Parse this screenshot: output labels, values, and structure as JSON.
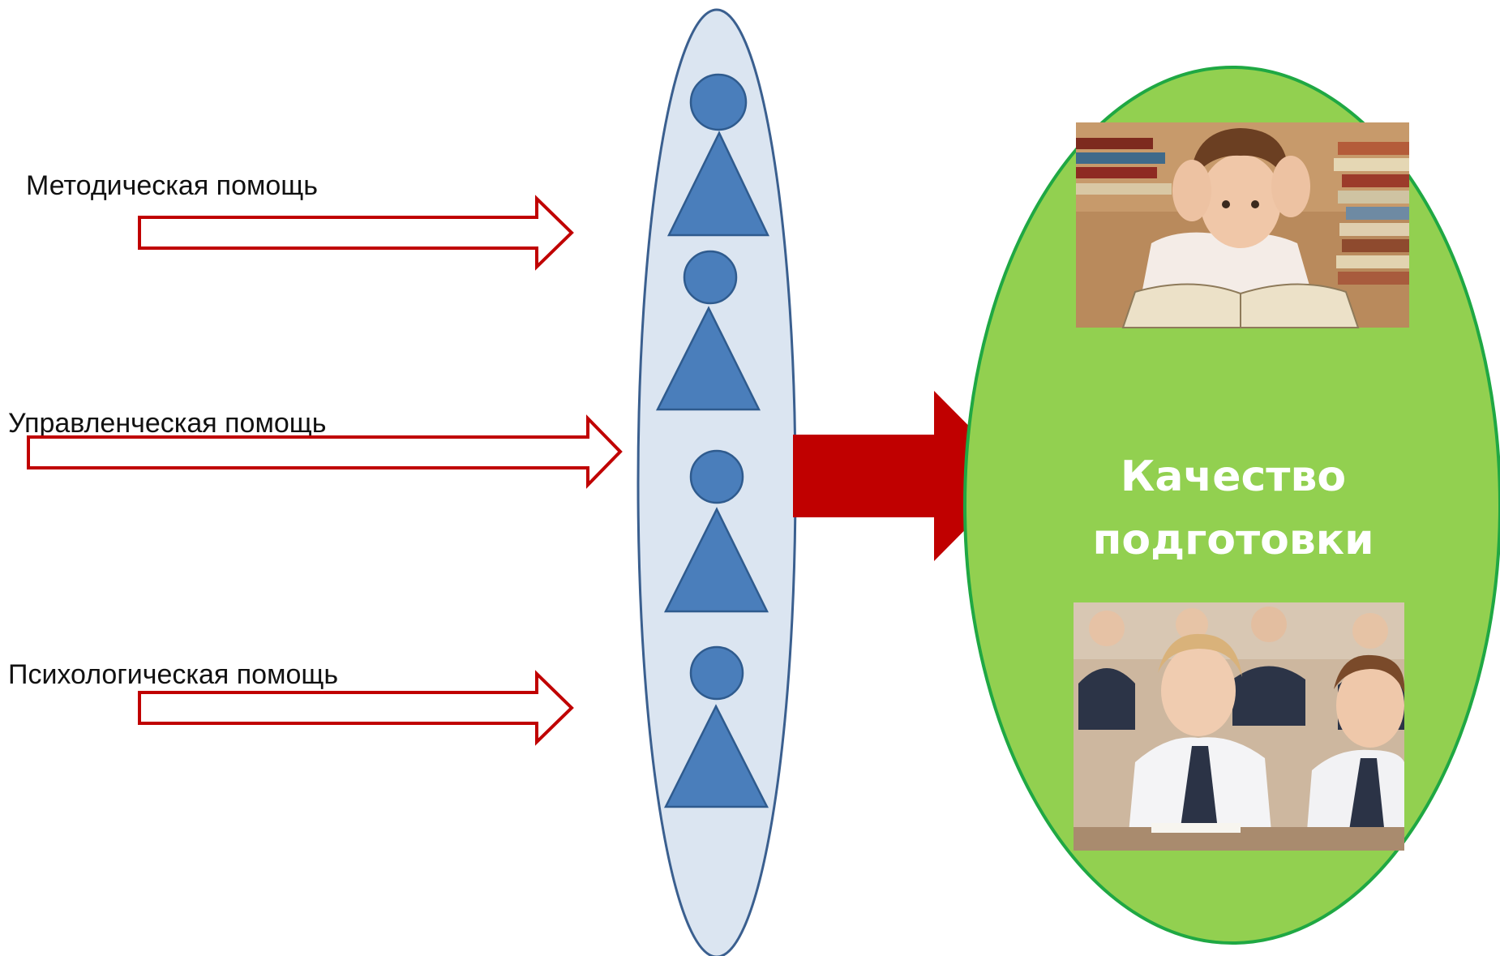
{
  "inputs": [
    {
      "label": "Методическая помощь"
    },
    {
      "label": "Управленческая помощь"
    },
    {
      "label": "Психологическая помощь"
    }
  ],
  "people_group": {
    "count": 4,
    "figure_color": "#4a7ebb",
    "band_fill": "#dbe5f1",
    "band_stroke": "#3a5f8f"
  },
  "main_arrow": {
    "color": "#c00000"
  },
  "input_arrow": {
    "stroke": "#c00000"
  },
  "result": {
    "line1": "Качество",
    "line2": "подготовки",
    "fill": "#92d050",
    "stroke": "#1fa843"
  },
  "photos": [
    {
      "subject": "boy-with-books-photo"
    },
    {
      "subject": "students-in-classroom-photo"
    }
  ]
}
